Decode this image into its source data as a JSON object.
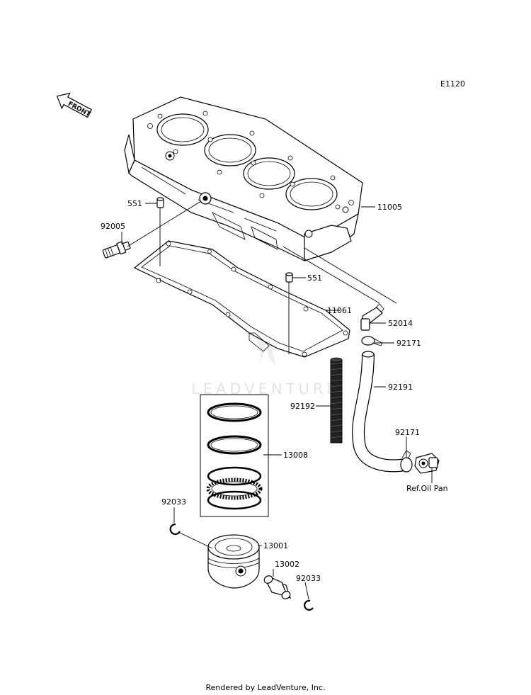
{
  "diagram_code": "E1120",
  "front_label": "FRONT",
  "watermark": "LEADVENTURE",
  "footer": "Rendered by LeadVenture, Inc.",
  "callouts": {
    "cylinder": "11005",
    "dowel_upper": "551",
    "fitting_left": "92005",
    "dowel_lower": "551",
    "gasket": "11061",
    "elbow": "52014",
    "clamp_upper": "92171",
    "hose": "92191",
    "stud": "92192",
    "clamp_lower": "92171",
    "oil_pan_ref": "Ref.Oil Pan",
    "ring_set": "13008",
    "circlip_left": "92033",
    "piston": "13001",
    "pin": "13002",
    "circlip_right": "92033"
  }
}
